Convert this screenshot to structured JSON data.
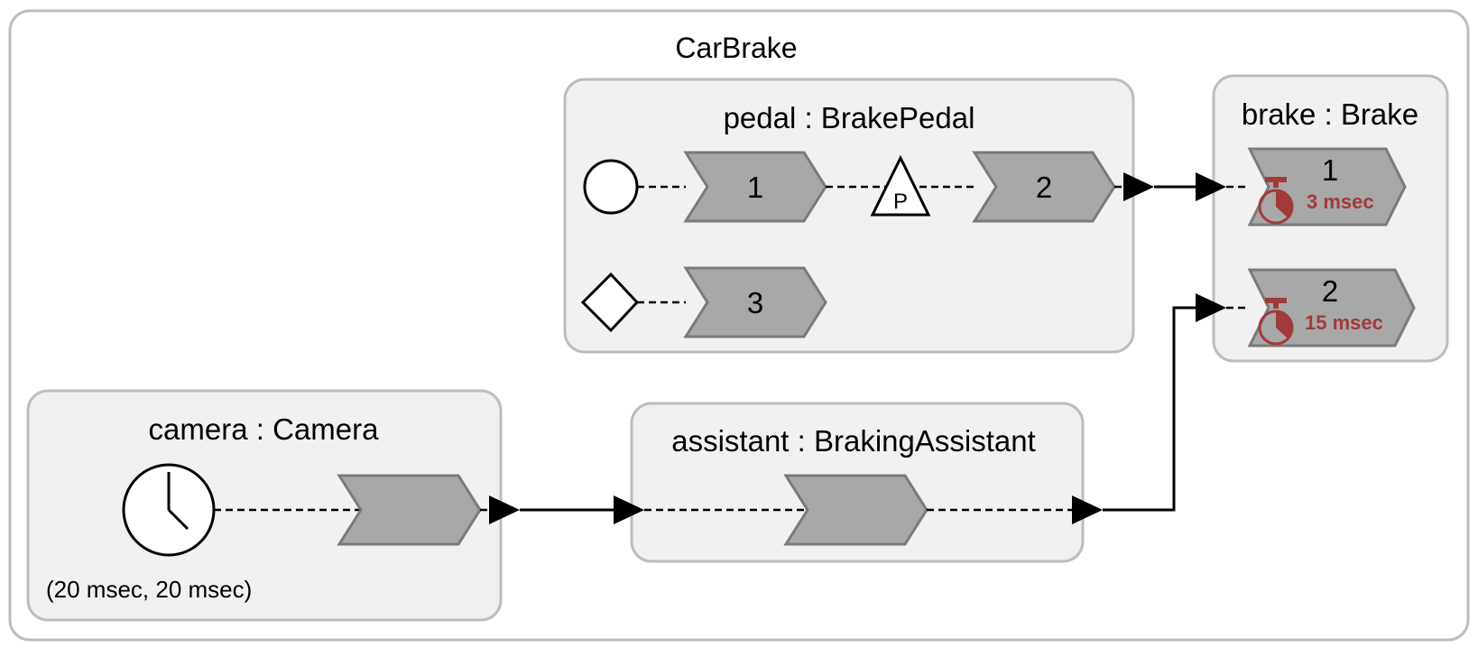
{
  "outer": {
    "title": "CarBrake"
  },
  "pedal": {
    "title": "pedal : BrakePedal",
    "reaction_1": "1",
    "reaction_2": "2",
    "reaction_3": "3",
    "physical_action_label": "P"
  },
  "brake": {
    "title": "brake : Brake",
    "reaction_1": "1",
    "reaction_1_deadline": "3 msec",
    "reaction_2": "2",
    "reaction_2_deadline": "15 msec"
  },
  "camera": {
    "title": "camera : Camera",
    "timer_label": "(20 msec, 20 msec)"
  },
  "assistant": {
    "title": "assistant : BrakingAssistant"
  },
  "colors": {
    "container_fill": "#f1f1f1",
    "container_border": "#bdbdbd",
    "reaction_fill": "#a8a8a8",
    "deadline": "#a33a3a"
  },
  "icons": [
    "startup-circle-icon",
    "shutdown-diamond-icon",
    "physical-action-triangle-icon",
    "clock-timer-icon",
    "stopwatch-deadline-icon"
  ]
}
